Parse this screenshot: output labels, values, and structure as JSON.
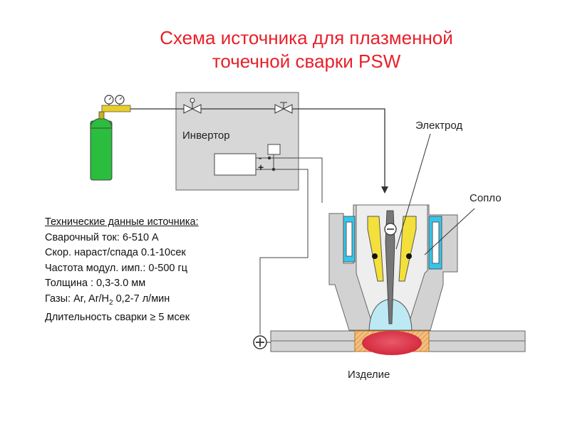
{
  "title": {
    "line1": "Схема источника для плазменной",
    "line2": "точечной сварки PSW"
  },
  "labels": {
    "inverter": "Инвертор",
    "electrode": "Электрод",
    "nozzle": "Сопло",
    "workpiece": "Изделие",
    "minus_sign": "-",
    "plus_sign": "+"
  },
  "specs": {
    "heading": "Технические данные источника:",
    "current": "Сварочный ток: 6-510 А",
    "ramp": "Скор. нараст/спада 0.1-10сек",
    "frequency": "Частота модул. имп.: 0-500 гц",
    "thickness": "Толщина : 0,3-3.0 мм",
    "gases_prefix": "Газы: Ar, Ar/H",
    "gases_sub": "2",
    "gases_suffix": " 0,2-7 л/мин",
    "duration": "Длительность сварки ≥  5 мсек"
  },
  "colors": {
    "title": "#e8202a",
    "cylinder": "#2bbd3e",
    "inverter_box": "#d7d7d7",
    "nozzle_insert": "#33c6ee",
    "electrode_holder": "#f3e03a",
    "plasma": "#bde9f4",
    "weld": "#e83e4e",
    "weld_border": "#d98a30",
    "workpiece": "#d4d4d4"
  }
}
